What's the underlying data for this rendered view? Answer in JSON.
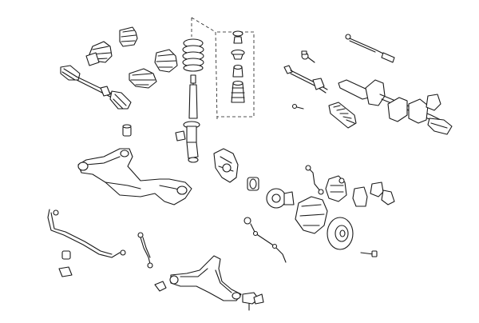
{
  "diagram": {
    "background": "#ffffff",
    "line_color": "#1a1a1a",
    "parts": [
      "drive-shaft",
      "cv-boot-pair",
      "cv-boot-pair",
      "cv-joint-boot-kit",
      "coil-spring",
      "shock-absorber",
      "strut-bearing-kit",
      "tie-rod",
      "steering-rack",
      "steering-rack-boot",
      "upper-control-arm",
      "steering-knuckle",
      "wheel-bearing",
      "brake-disc",
      "brake-caliper",
      "brake-pads",
      "splash-shield",
      "stabilizer-bar",
      "stabilizer-link",
      "lower-control-arm",
      "abs-sensor-cable",
      "brake-hose",
      "bushing",
      "bolt"
    ]
  }
}
